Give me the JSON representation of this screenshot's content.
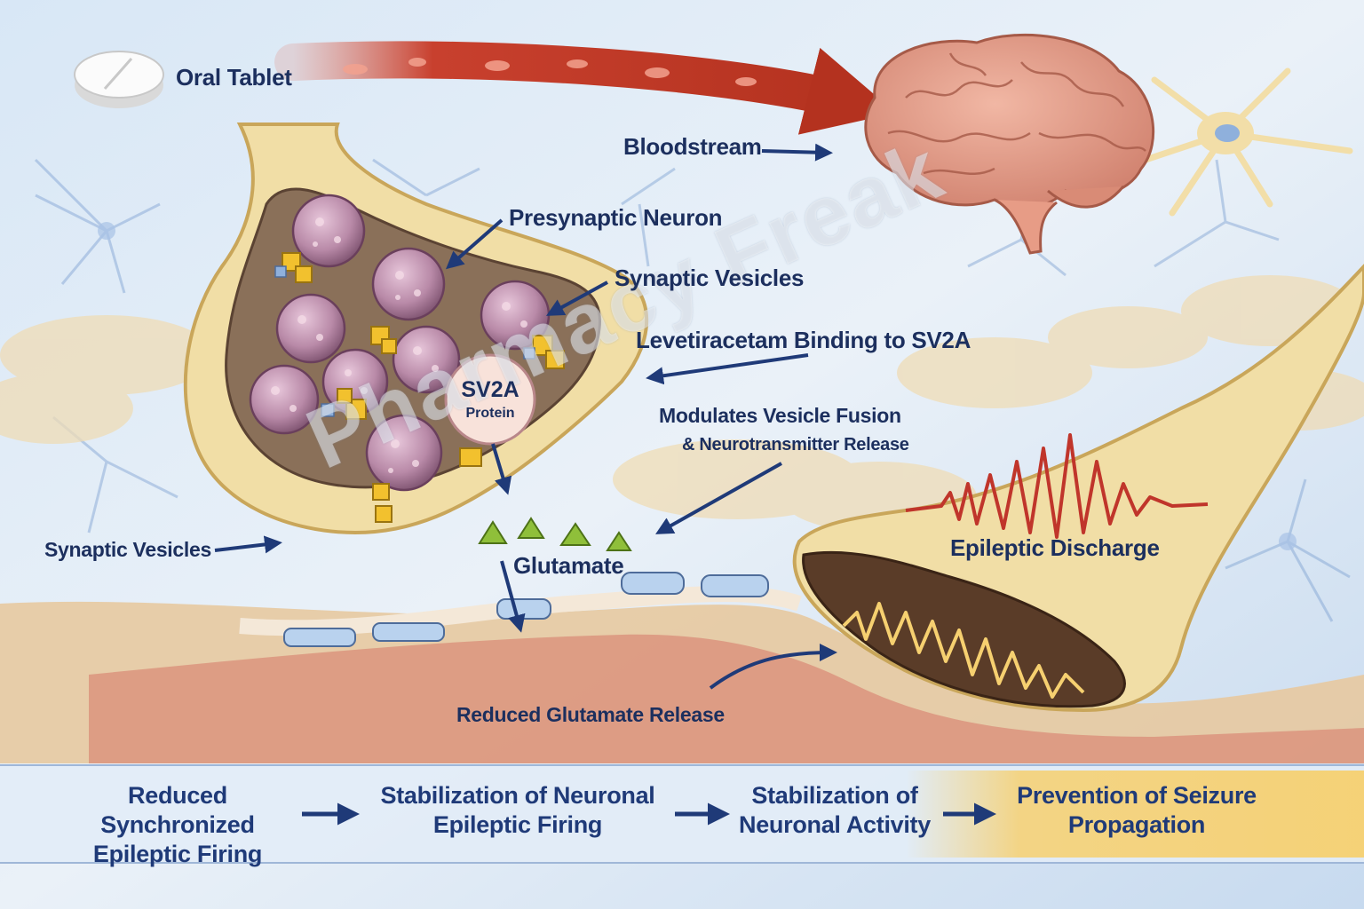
{
  "labels": {
    "oral_tablet": "Oral Tablet",
    "bloodstream": "Bloodstream",
    "presynaptic_neuron": "Presynaptic Neuron",
    "synaptic_vesicles_top": "Synaptic Vesicles",
    "binding": "Levetiracetam Binding to SV2A",
    "sv2a": "SV2A",
    "protein": "Protein",
    "modulates": "Modulates Vesicle Fusion",
    "neurotransmitter": "& Neurotransmitter Release",
    "synaptic_vesicles_left": "Synaptic Vesicles",
    "glutamate": "Glutamate",
    "epileptic_discharge": "Epileptic Discharge",
    "reduced_glutamate": "Reduced Glutamate Release"
  },
  "watermark": "Pharmacy Freak",
  "flow": [
    {
      "line1": "Reduced Synchronized",
      "line2": "Epileptic Firing"
    },
    {
      "line1": "Stabilization of Neuronal",
      "line2": "Epileptic Firing"
    },
    {
      "line1": "Stabilization of",
      "line2": "Neuronal Activity"
    },
    {
      "line1": "Prevention of Seizure",
      "line2": "Propagation"
    }
  ],
  "colors": {
    "background": "#cfe0f2",
    "label_text": "#1c2f5e",
    "arrow": "#1f3a78",
    "blood": "#c8402e",
    "neuron_membrane": "#e9cf8c",
    "vesicle": "#b98aa8",
    "drug_cube": "#f2c12e",
    "glutamate": "#8fbf3a",
    "discharge": "#c0352b",
    "highlight": "#f6d070"
  }
}
